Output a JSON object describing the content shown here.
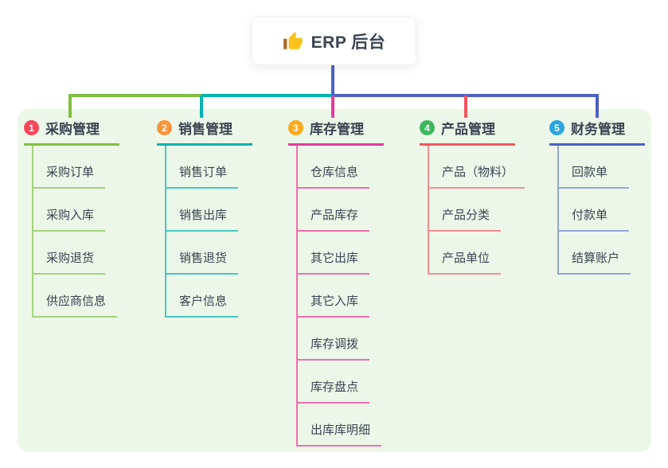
{
  "canvas": {
    "background": "#ffffff",
    "container_bg": "#edf7e9",
    "connector_color": "#4e61c3",
    "text_color": "#3b4450"
  },
  "root": {
    "label": "ERP 后台",
    "icon": "thumbs-up-icon",
    "icon_color": "#fbc21c"
  },
  "branches": [
    {
      "number": "1",
      "label": "采购管理",
      "circle_color": "#f8465c",
      "line_color": "#7fbf3f",
      "child_line_color": "#a6d37f",
      "items": [
        "采购订单",
        "采购入库",
        "采购退货",
        "供应商信息"
      ]
    },
    {
      "number": "2",
      "label": "销售管理",
      "circle_color": "#f9943b",
      "line_color": "#00b3ae",
      "child_line_color": "#45c8c0",
      "items": [
        "销售订单",
        "销售出库",
        "销售退货",
        "客户信息"
      ]
    },
    {
      "number": "3",
      "label": "库存管理",
      "circle_color": "#fbab1d",
      "line_color": "#e5399b",
      "child_line_color": "#f06fae",
      "items": [
        "仓库信息",
        "产品库存",
        "其它出库",
        "其它入库",
        "库存调拨",
        "库存盘点",
        "出库库明细"
      ]
    },
    {
      "number": "4",
      "label": "产品管理",
      "circle_color": "#3cb75c",
      "line_color": "#f3545f",
      "child_line_color": "#f58d94",
      "items": [
        "产品（物料）",
        "产品分类",
        "产品单位"
      ]
    },
    {
      "number": "5",
      "label": "财务管理",
      "circle_color": "#2ba5df",
      "line_color": "#4a5fc4",
      "child_line_color": "#93a5da",
      "items": [
        "回款单",
        "付款单",
        "结算账户"
      ]
    }
  ]
}
